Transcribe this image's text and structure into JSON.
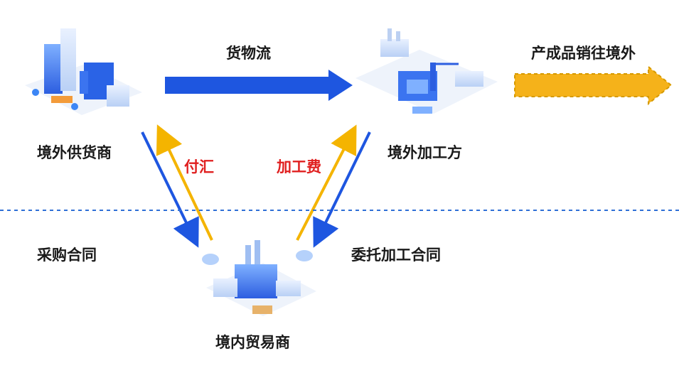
{
  "nodes": {
    "overseas_supplier": "境外供货商",
    "overseas_processor": "境外加工方",
    "domestic_trader": "境内贸易商"
  },
  "flows": {
    "goods_flow": "货物流",
    "products_sold_abroad": "产成品销往境外",
    "payment": "付汇",
    "processing_fee": "加工费"
  },
  "contracts": {
    "purchase_contract": "采购合同",
    "processing_contract": "委托加工合同"
  },
  "colors": {
    "blue_arrow": "#1e56e0",
    "yellow_arrow": "#f4b400",
    "dashed_divider": "#2f6fd6",
    "fee_text": "#e02020"
  }
}
